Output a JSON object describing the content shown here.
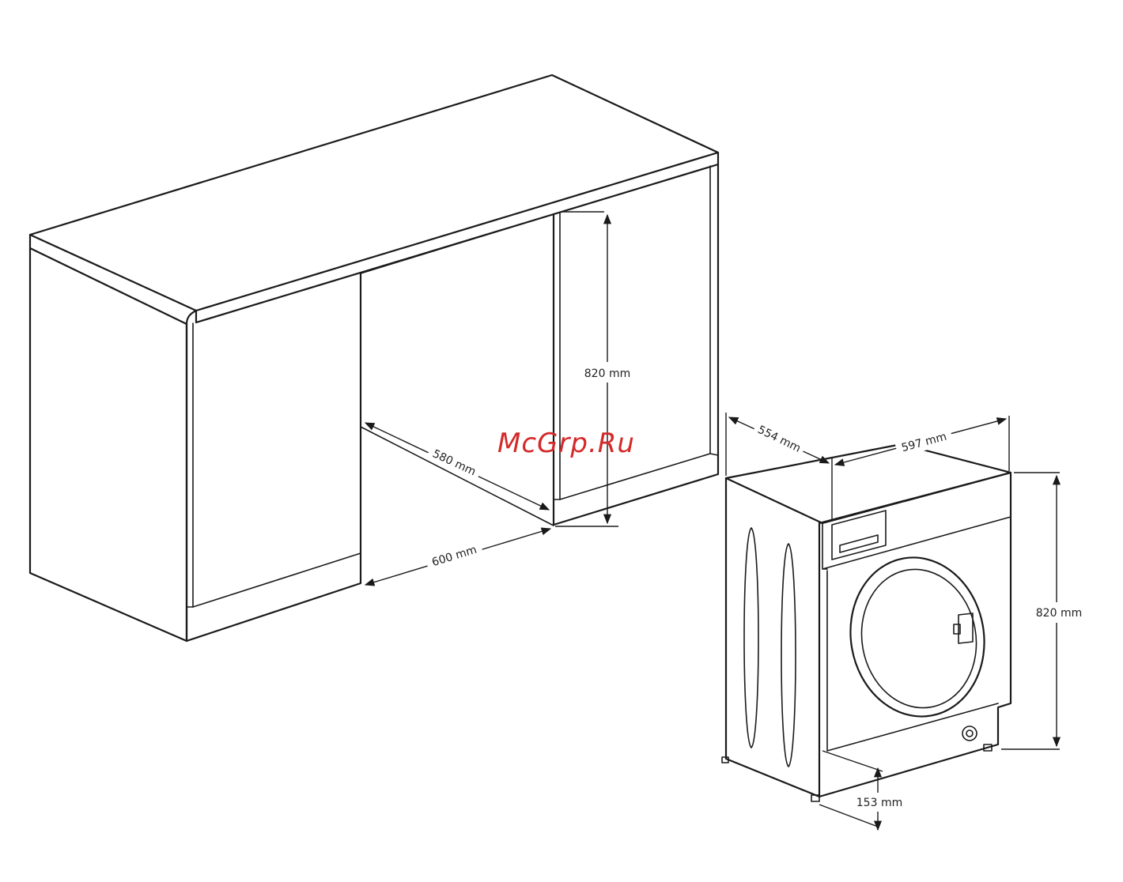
{
  "watermark": {
    "text": "McGrp.Ru",
    "color": "#d42a2a"
  },
  "niche_dimensions": {
    "height": "820 mm",
    "depth": "580 mm",
    "width": "600 mm"
  },
  "machine_dimensions": {
    "depth": "554 mm",
    "width": "597 mm",
    "height": "820 mm",
    "plinth": "153 mm"
  },
  "colors": {
    "line": "#1a1a1a",
    "background": "#ffffff"
  }
}
